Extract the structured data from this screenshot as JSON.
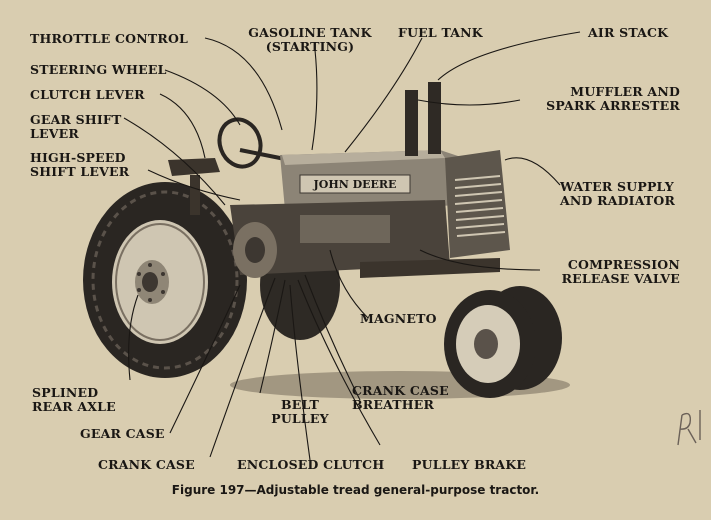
{
  "figure": {
    "caption": "Figure 197—Adjustable tread general-purpose tractor.",
    "hood_text": "JOHN DEERE",
    "labels": {
      "throttle_control": "THROTTLE CONTROL",
      "gasoline_tank": "GASOLINE TANK",
      "gasoline_tank_sub": "(STARTING)",
      "fuel_tank": "FUEL TANK",
      "air_stack": "AIR STACK",
      "steering_wheel": "STEERING WHEEL",
      "muffler": "MUFFLER AND",
      "muffler_sub": "SPARK ARRESTER",
      "clutch_lever": "CLUTCH LEVER",
      "gear_shift": "GEAR SHIFT",
      "gear_shift_sub": "LEVER",
      "high_speed": "HIGH-SPEED",
      "high_speed_sub": "SHIFT LEVER",
      "water_supply": "WATER SUPPLY",
      "water_supply_sub": "AND RADIATOR",
      "compression": "COMPRESSION",
      "compression_sub": "RELEASE VALVE",
      "magneto": "MAGNETO",
      "splined": "SPLINED",
      "splined_sub": "REAR AXLE",
      "crank_breather": "CRANK CASE",
      "crank_breather_sub": "BREATHER",
      "belt_pulley": "BELT",
      "belt_pulley_sub": "PULLEY",
      "gear_case": "GEAR CASE",
      "crank_case": "CRANK CASE",
      "enclosed_clutch": "ENCLOSED CLUTCH",
      "pulley_brake": "PULLEY BRAKE"
    }
  }
}
